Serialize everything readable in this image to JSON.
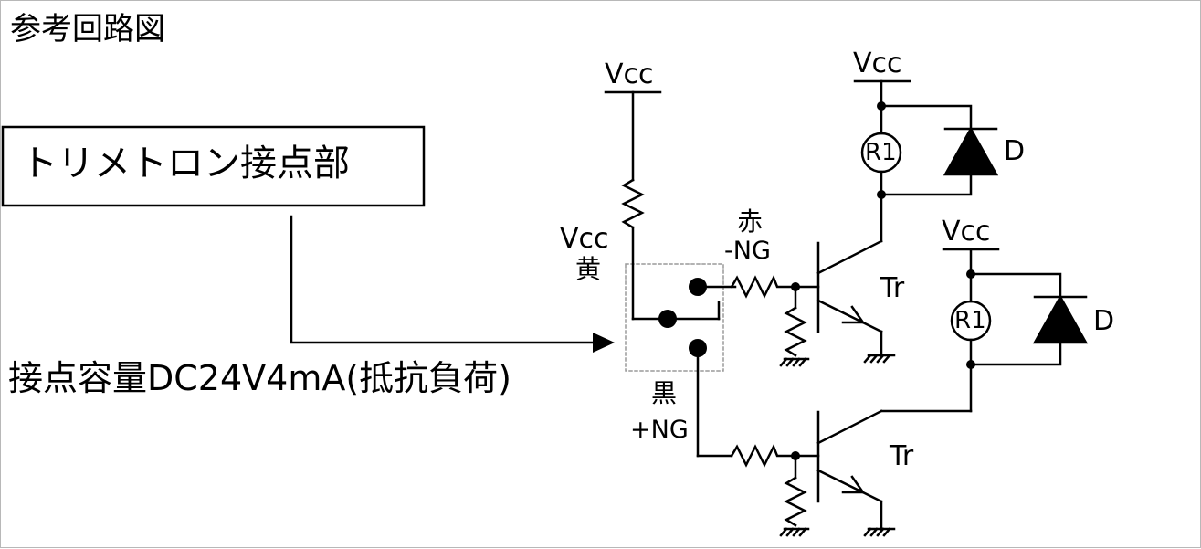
{
  "title": "参考回路図",
  "contact_box_label": "トリメトロン接点部",
  "contact_capacity": "接点容量DC24V4mA(抵抗負荷)",
  "vcc": "Vcc",
  "wires": {
    "yellow": "黄",
    "red": "赤",
    "black": "黒"
  },
  "signals": {
    "minus_ng": "-NG",
    "plus_ng": "+NG"
  },
  "transistor": "Tr",
  "relay": "R1",
  "diode": "D",
  "colors": {
    "line": "#000000",
    "border": "#b8b8b8",
    "dotted_box": "#9a9a9a"
  }
}
